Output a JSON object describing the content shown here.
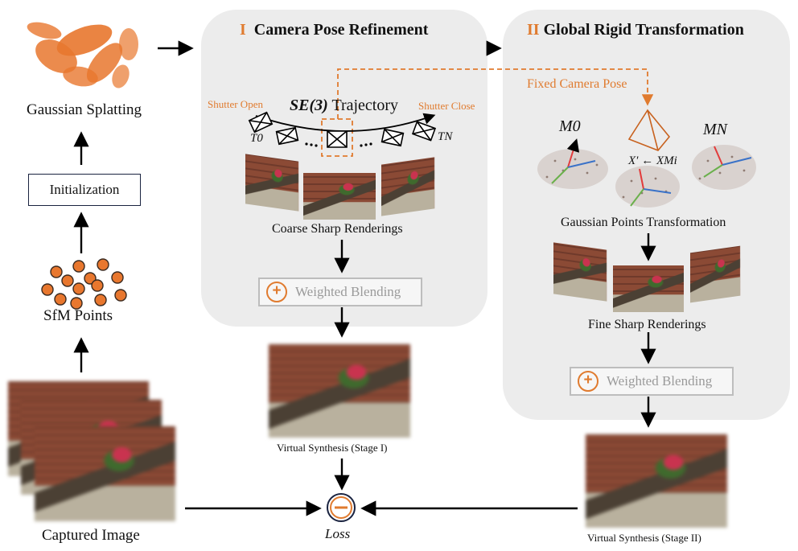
{
  "pipeline": {
    "gaussian_splatting": "Gaussian Splatting",
    "initialization": "Initialization",
    "sfm_points": "SfM Points",
    "captured_image": "Captured Image",
    "loss": "Loss"
  },
  "stage1": {
    "numeral": "I",
    "title": "Camera Pose Refinement",
    "shutter_open": "Shutter Open",
    "shutter_close": "Shutter Close",
    "trajectory_se": "SE(3)",
    "trajectory_word": "Trajectory",
    "t0": "T0",
    "tn": "TN",
    "coarse_label": "Coarse Sharp Renderings",
    "blending": "Weighted Blending",
    "synthesis": "Virtual Synthesis (Stage I)"
  },
  "stage2": {
    "numeral": "II",
    "title": "Global Rigid Transformation",
    "fixed_pose": "Fixed Camera Pose",
    "m0": "M0",
    "mn": "MN",
    "transform_eq": "X′ ← XMi",
    "points_label": "Gaussian Points Transformation",
    "fine_label": "Fine Sharp Renderings",
    "blending": "Weighted Blending",
    "synthesis": "Virtual Synthesis (Stage II)"
  },
  "colors": {
    "accent": "#e07b2f",
    "panel": "#ececec",
    "arrow": "#000000"
  }
}
